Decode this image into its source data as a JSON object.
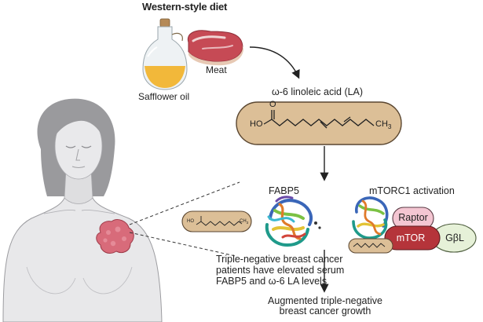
{
  "title": "Western-style diet",
  "foods": {
    "oil_label": "Safflower oil",
    "meat_label": "Meat"
  },
  "linoleic_acid": {
    "label": "ω-6 linoleic acid (LA)",
    "carbonyl": "O",
    "head": "HO",
    "tail": "CH3"
  },
  "fabp5": {
    "label": "FABP5",
    "small_head": "HO",
    "small_tail": "CH3"
  },
  "mtorc1": {
    "label": "mTORC1 activation",
    "raptor": "Raptor",
    "mtor": "mTOR",
    "gbl": "GβL"
  },
  "patient_note": {
    "line1": "Triple-negative breast cancer",
    "line2": "patients have elevated serum",
    "line3": "FABP5 and ω-6 LA levels"
  },
  "outcome": {
    "line1": "Augmented triple-negative",
    "line2": "breast cancer growth"
  },
  "colors": {
    "capsule_fill": "#dcbf97",
    "capsule_stroke": "#5a4630",
    "raptor_fill": "#f4c6d2",
    "mtor_fill": "#b5343a",
    "gbl_fill": "#e6f1d8",
    "skin": "#e9e9ea",
    "tumor": "#d86b7a",
    "oil": "#f2b83a",
    "meat": "#c64a55"
  }
}
